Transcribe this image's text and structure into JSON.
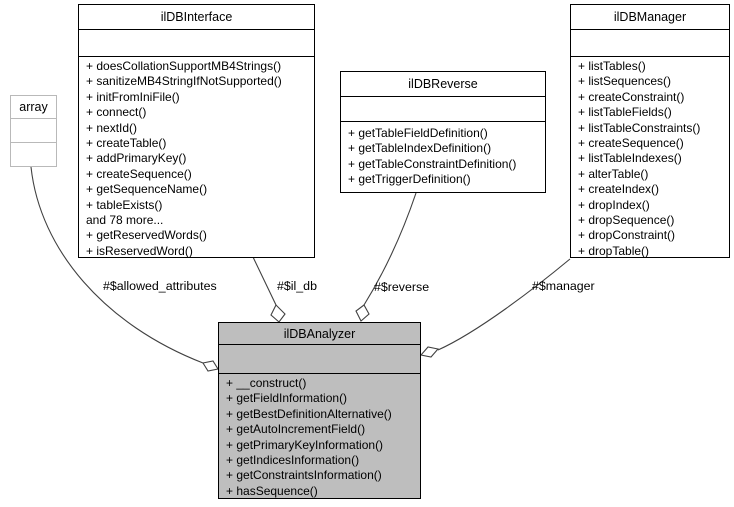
{
  "diagram": {
    "type": "uml-collaboration-diagram",
    "colors": {
      "background": "#ffffff",
      "node_fill": "#ffffff",
      "main_node_fill": "#bebebe",
      "node_border": "#000000",
      "external_node_border": "#b9b9b9",
      "edge": "#404040",
      "text": "#000000"
    },
    "classes": {
      "array": {
        "title": "array",
        "methods": []
      },
      "ildbinterface": {
        "title": "ilDBInterface",
        "methods": [
          "+ doesCollationSupportMB4Strings()",
          "+ sanitizeMB4StringIfNotSupported()",
          "+ initFromIniFile()",
          "+ connect()",
          "+ nextId()",
          "+ createTable()",
          "+ addPrimaryKey()",
          "+ createSequence()",
          "+ getSequenceName()",
          "+ tableExists()",
          "and 78 more...",
          "+ getReservedWords()",
          "+ isReservedWord()"
        ]
      },
      "ildbreverse": {
        "title": "ilDBReverse",
        "methods": [
          "+ getTableFieldDefinition()",
          "+ getTableIndexDefinition()",
          "+ getTableConstraintDefinition()",
          "+ getTriggerDefinition()"
        ]
      },
      "ildbmanager": {
        "title": "ilDBManager",
        "methods": [
          "+ listTables()",
          "+ listSequences()",
          "+ createConstraint()",
          "+ listTableFields()",
          "+ listTableConstraints()",
          "+ createSequence()",
          "+ listTableIndexes()",
          "+ alterTable()",
          "+ createIndex()",
          "+ dropIndex()",
          "+ dropSequence()",
          "+ dropConstraint()",
          "+ dropTable()"
        ]
      },
      "ildbanalyzer": {
        "title": "ilDBAnalyzer",
        "methods": [
          "+ __construct()",
          "+ getFieldInformation()",
          "+ getBestDefinitionAlternative()",
          "+ getAutoIncrementField()",
          "+ getPrimaryKeyInformation()",
          "+ getIndicesInformation()",
          "+ getConstraintsInformation()",
          "+ hasSequence()"
        ]
      }
    },
    "edges": {
      "allowed_attributes": {
        "label": "#$allowed_attributes",
        "from": "array",
        "to": "ilDBAnalyzer"
      },
      "il_db": {
        "label": "#$il_db",
        "from": "ilDBInterface",
        "to": "ilDBAnalyzer"
      },
      "reverse": {
        "label": "#$reverse",
        "from": "ilDBReverse",
        "to": "ilDBAnalyzer"
      },
      "manager": {
        "label": "#$manager",
        "from": "ilDBManager",
        "to": "ilDBAnalyzer"
      }
    }
  }
}
